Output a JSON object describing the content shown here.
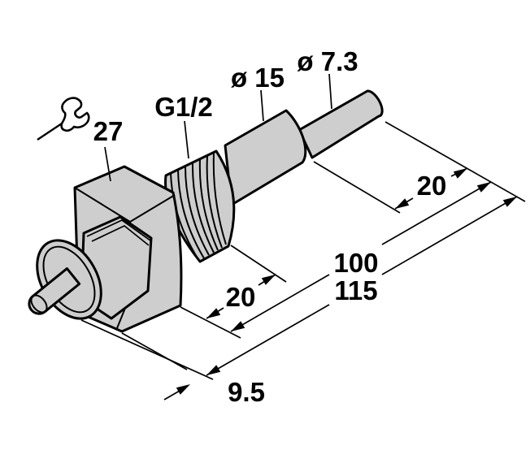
{
  "drawing": {
    "kind": "isometric dimensional drawing",
    "part": "threaded immersion flow sensor with cylindrical probe and front cable",
    "colors": {
      "background": "#ffffff",
      "body_fill": "#cecece",
      "line": "#000000"
    },
    "annotations": {
      "wrench_size": "27",
      "thread_spec": "G1/2",
      "tube_diameter": "ø 15",
      "probe_diameter": "ø 7.3",
      "probe_length": "20",
      "thread_length": "20",
      "length_100": "100",
      "length_115": "115",
      "front_offset": "9.5"
    }
  }
}
